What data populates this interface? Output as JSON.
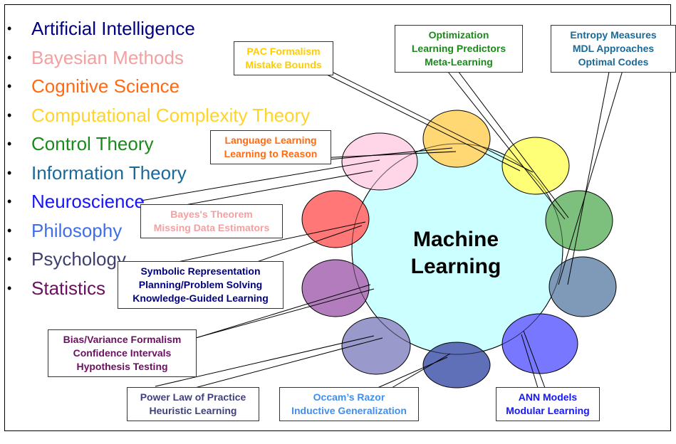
{
  "center": {
    "line1": "Machine",
    "line2": "Learning",
    "color": "#ccffff"
  },
  "fields": [
    {
      "label": "Artificial Intelligence",
      "color": "#000080"
    },
    {
      "label": "Bayesian Methods",
      "color": "#f4a0a0"
    },
    {
      "label": "Cognitive Science",
      "color": "#ff6a10"
    },
    {
      "label": "Computational Complexity Theory",
      "color": "#ffd42a"
    },
    {
      "label": "Control Theory",
      "color": "#1a8a1a"
    },
    {
      "label": "Information Theory",
      "color": "#1a6a99"
    },
    {
      "label": "Neuroscience",
      "color": "#1515ff"
    },
    {
      "label": "Philosophy",
      "color": "#3f6fe8"
    },
    {
      "label": "Psychology",
      "color": "#404070"
    },
    {
      "label": "Statistics",
      "color": "#6a1060"
    }
  ],
  "callouts": {
    "pac": {
      "lines": [
        "PAC Formalism",
        "Mistake Bounds"
      ],
      "color": "#ffcc00"
    },
    "optim": {
      "lines": [
        "Optimization",
        "Learning Predictors",
        "Meta-Learning"
      ],
      "color": "#1a8a1a"
    },
    "entropy": {
      "lines": [
        "Entropy Measures",
        "MDL Approaches",
        "Optimal Codes"
      ],
      "color": "#1a6a99"
    },
    "language": {
      "lines": [
        "Language Learning",
        "Learning to Reason"
      ],
      "color": "#ff6a10"
    },
    "bayes": {
      "lines": [
        "Bayes's Theorem",
        "Missing Data Estimators"
      ],
      "color": "#f4a0a0"
    },
    "symbolic": {
      "lines": [
        "Symbolic Representation",
        "Planning/Problem Solving",
        "Knowledge-Guided Learning"
      ],
      "color": "#000080"
    },
    "bias": {
      "lines": [
        "Bias/Variance Formalism",
        "Confidence Intervals",
        "Hypothesis Testing"
      ],
      "color": "#6a1060"
    },
    "power": {
      "lines": [
        "Power Law of Practice",
        "Heuristic Learning"
      ],
      "color": "#404080"
    },
    "occam": {
      "lines": [
        "Occam’s Razor",
        "Inductive Generalization"
      ],
      "color": "#3f8ef0"
    },
    "ann": {
      "lines": [
        "ANN Models",
        "Modular Learning"
      ],
      "color": "#1515ff"
    }
  },
  "ellipse_colors": {
    "cognitive": "#ffd5e8",
    "complexity": "#ffd873",
    "entropy": "#ffff77",
    "control": "#7dc07d",
    "info": "#7f9ab8",
    "ann": "#7777ff",
    "philosophy": "#5f6fb8",
    "power": "#9999cc",
    "stats": "#b37dbd",
    "ai": "#ff7777"
  }
}
